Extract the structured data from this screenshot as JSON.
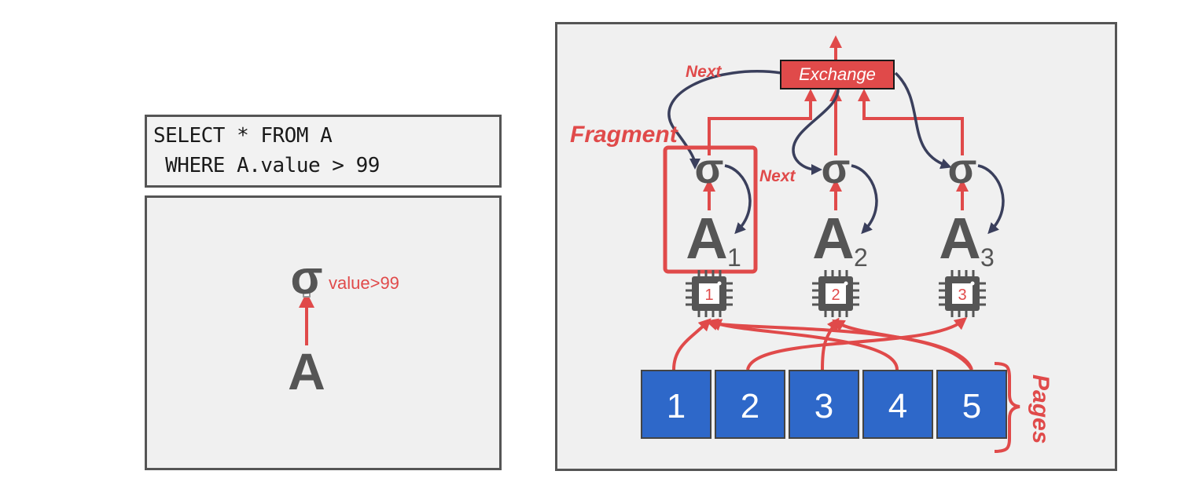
{
  "query": {
    "line1": "SELECT * FROM A",
    "line2": " WHERE A.value > 99"
  },
  "simple_plan": {
    "select_symbol": "σ",
    "predicate": "value>99",
    "table": "A"
  },
  "parallel_plan": {
    "exchange_label": "Exchange",
    "next_label_top": "Next",
    "next_label_mid": "Next",
    "fragment_label": "Fragment",
    "pages_label": "Pages",
    "fragments": [
      {
        "select_symbol": "σ",
        "table": "A",
        "subscript": "1",
        "cpu": "1"
      },
      {
        "select_symbol": "σ",
        "table": "A",
        "subscript": "2",
        "cpu": "2"
      },
      {
        "select_symbol": "σ",
        "table": "A",
        "subscript": "3",
        "cpu": "3"
      }
    ],
    "pages": [
      "1",
      "2",
      "3",
      "4",
      "5"
    ]
  },
  "colors": {
    "accent_red": "#e04a4a",
    "page_blue": "#2e68c9",
    "arrow_navy": "#3a3f5c",
    "operator_gray": "#555555"
  }
}
